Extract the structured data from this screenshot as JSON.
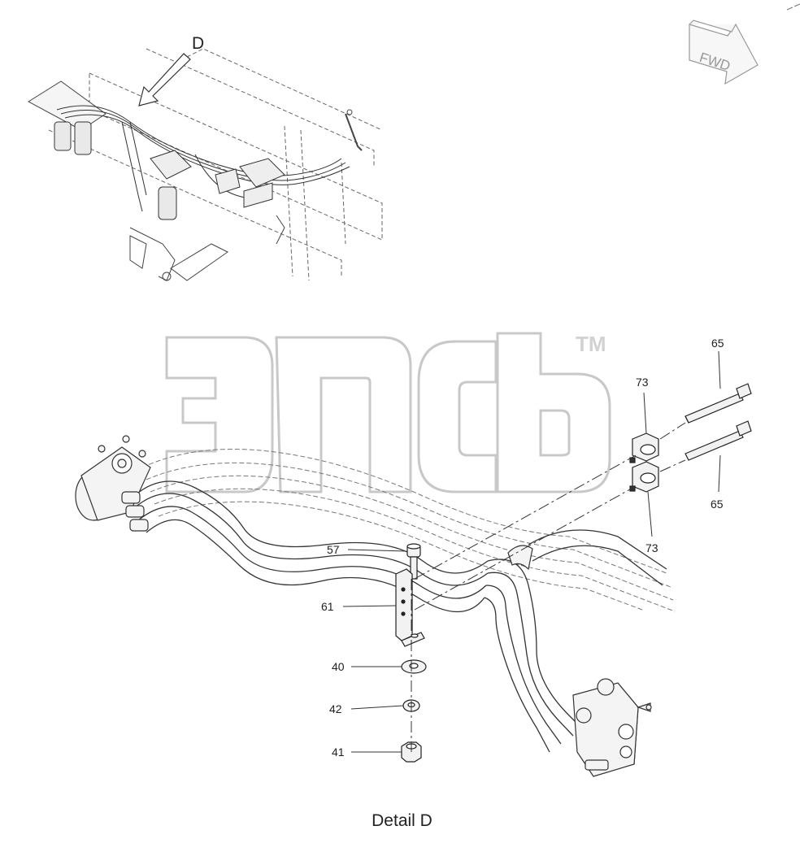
{
  "diagram": {
    "detail_marker": "D",
    "title": "Detail D",
    "fwd_label": "FWD",
    "watermark_mark": "TM",
    "watermark_icon": "watermark-logo-icon",
    "callouts": [
      {
        "id": "c65a",
        "text": "65"
      },
      {
        "id": "c65b",
        "text": "65"
      },
      {
        "id": "c73a",
        "text": "73"
      },
      {
        "id": "c73b",
        "text": "73"
      },
      {
        "id": "c57",
        "text": "57"
      },
      {
        "id": "c61",
        "text": "61"
      },
      {
        "id": "c40",
        "text": "40"
      },
      {
        "id": "c42",
        "text": "42"
      },
      {
        "id": "c41",
        "text": "41"
      }
    ],
    "colors": {
      "line": "#333333",
      "hidden_line": "#777777",
      "watermark": "#c8c8c8",
      "part_fill": "#f4f4f4"
    }
  }
}
